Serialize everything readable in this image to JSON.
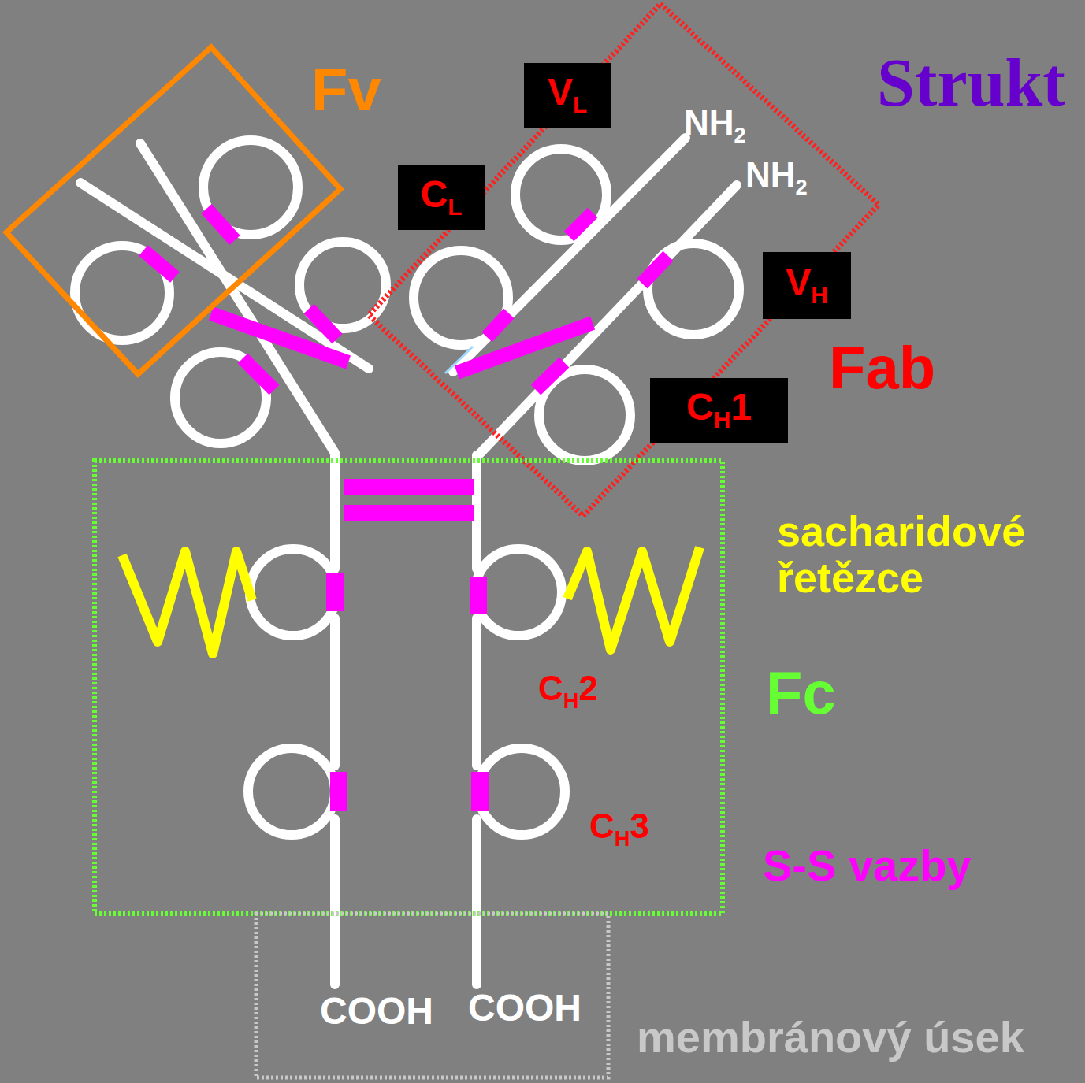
{
  "diagram": {
    "title": "Strukt",
    "nodes": [
      {
        "text": [
          "Fv"
        ]
      },
      {
        "text": [
          "Fab"
        ]
      },
      {
        "text": [
          "VL"
        ]
      },
      {
        "text": [
          "CL"
        ]
      },
      {
        "text": [
          "VH"
        ]
      },
      {
        "text": [
          "CH1"
        ]
      },
      {
        "text": [
          "Fc"
        ]
      },
      {
        "text": [
          "membránový úsek"
        ]
      }
    ],
    "labels": [
      "NH2",
      "NH2",
      "sacharidové řetězce",
      "CH2",
      "CH3",
      "S-S vazby",
      "COOH",
      "COOH"
    ]
  }
}
